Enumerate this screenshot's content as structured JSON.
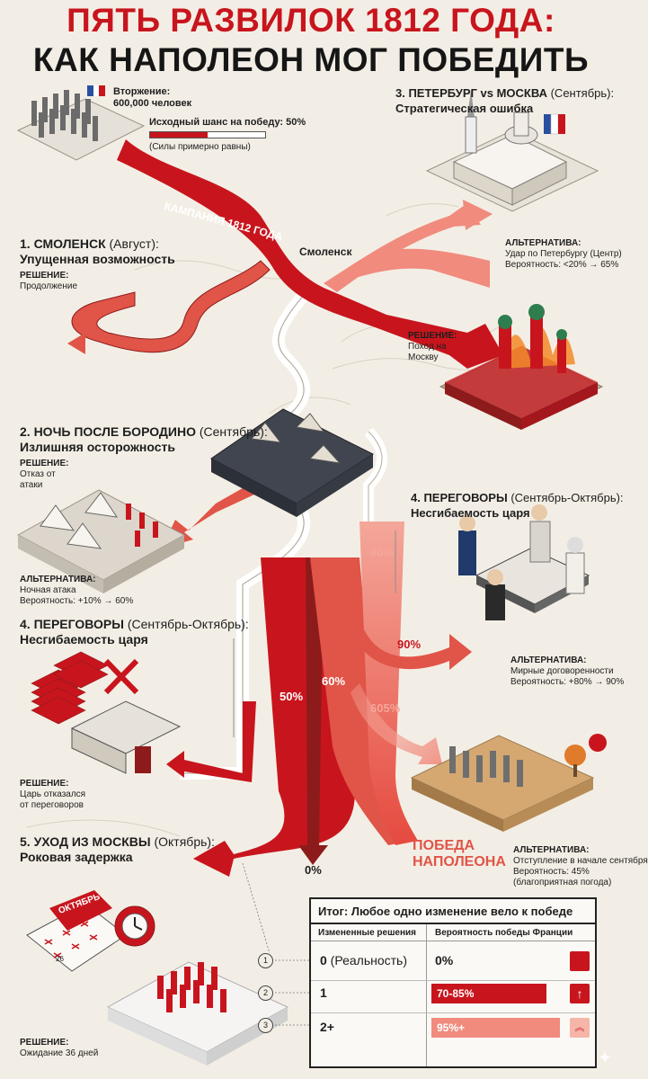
{
  "title": {
    "line1": "ПЯТЬ РАЗВИЛОК 1812 ГОДА:",
    "line2": "КАК НАПОЛЕОН МОГ ПОБЕДИТЬ"
  },
  "invasion": {
    "label": "Вторжение:",
    "count": "600,000 человек",
    "chance_label": "Исходный шанс на победу: 50%",
    "chance_note": "(Силы примерно равны)",
    "chance_value": 0.5
  },
  "campaign_label": "КАМПАНИЯ 1812 ГОДА",
  "smolensk_label": "Смоленск",
  "fork1": {
    "title_bold": "1. СМОЛЕНСК",
    "title_rest": " (Август):",
    "subtitle": "Упущенная возможность",
    "decision_label": "РЕШЕНИЕ:",
    "decision": "Продолжение"
  },
  "fork3": {
    "title_bold": "3. ПЕТЕРБУРГ vs МОСКВА",
    "title_rest": " (Сентябрь):",
    "subtitle": "Стратегическая ошибка",
    "alt_label": "АЛЬТЕРНАТИВА:",
    "alt_line1": "Удар по Петербургу (Центр)",
    "alt_line2": "Вероятность: <20% → 65%",
    "decision_label": "РЕШЕНИЕ:",
    "decision_line1": "Поход на",
    "decision_line2": "Москву"
  },
  "fork2": {
    "title_bold": "2. НОЧЬ ПОСЛЕ БОРОДИНО",
    "title_rest": " (Сентябрь):",
    "subtitle": "Излишняя осторожность",
    "decision_label": "РЕШЕНИЕ:",
    "decision_line1": "Отказ от",
    "decision_line2": "атаки",
    "alt_label": "АЛЬТЕРНАТИВА:",
    "alt_line1": "Ночная атака",
    "alt_line2": "Вероятность: +10% → 60%"
  },
  "fork4_right": {
    "title_bold": "4. ПЕРЕГОВОРЫ",
    "title_rest": " (Сентябрь-Октябрь):",
    "subtitle": "Несгибаемость царя",
    "alt_label": "АЛЬТЕРНАТИВА:",
    "alt_line1": "Мирные договоренности",
    "alt_line2": "Вероятность: +80% → 90%"
  },
  "fork4_left": {
    "title_bold": "4. ПЕРЕГОВОРЫ",
    "title_rest": " (Сентябрь-Октябрь):",
    "subtitle": "Несгибаемость царя",
    "decision_label": "РЕШЕНИЕ:",
    "decision_line1": "Царь отказался",
    "decision_line2": "от переговоров"
  },
  "fork5": {
    "title_bold": "5. УХОД ИЗ МОСКВЫ",
    "title_rest": " (Октябрь):",
    "subtitle": "Роковая задержка",
    "decision_label": "РЕШЕНИЕ:",
    "decision": "Ожидание 36 дней",
    "calendar_month": "ОКТЯБРЬ",
    "calendar_day": "26"
  },
  "retreat_alt": {
    "alt_label": "АЛЬТЕРНАТИВА:",
    "alt_line1": "Отступление в начале сентября",
    "alt_line2": "Вероятность: 45%",
    "alt_line3": "(благоприятная погода)"
  },
  "flow_labels": {
    "p80": "80%",
    "p90": "90%",
    "p60": "60%",
    "p605": "605%",
    "p50": "50%",
    "p0": "0%"
  },
  "victory_label": {
    "line1": "ПОБЕДА",
    "line2": "НАПОЛЕОНА"
  },
  "summary": {
    "title": "Итог: Любое одно изменение вело к победе",
    "col1": "Измененные решения",
    "col2": "Вероятность победы Франции",
    "rows": [
      {
        "num": "1",
        "label_bold": "0",
        "label_rest": " (Реальность)",
        "value": "0%",
        "fill": 0,
        "icon": "small-square-icon"
      },
      {
        "num": "2",
        "label_bold": "1",
        "label_rest": "",
        "value": "70-85%",
        "fill": 0.85,
        "icon": "arrow-up-icon"
      },
      {
        "num": "3",
        "label_bold": "2+",
        "label_rest": "",
        "value": "95%+",
        "fill": 0.95,
        "icon": "double-chevron-up-icon"
      }
    ]
  },
  "colors": {
    "red": "#c8151d",
    "dark_red": "#9e1117",
    "pink": "#f08b7e",
    "light_pink": "#f6b5a9",
    "paper": "#f3eee5",
    "dark": "#1e1e1e"
  }
}
